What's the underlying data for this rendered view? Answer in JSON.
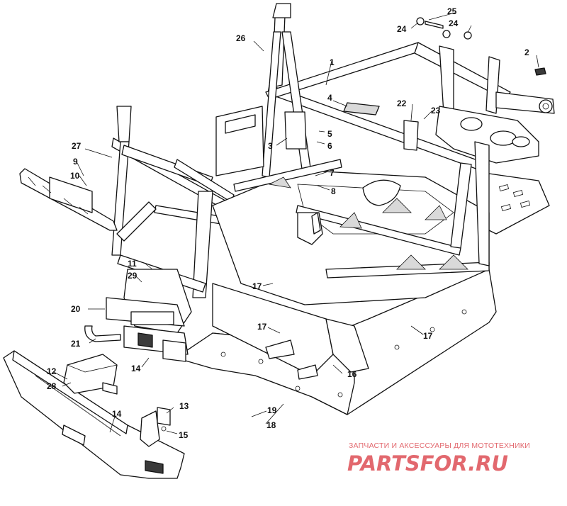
{
  "diagram": {
    "callouts": [
      {
        "id": "c1",
        "text": "1"
      },
      {
        "id": "c2",
        "text": "2"
      },
      {
        "id": "c3",
        "text": "3"
      },
      {
        "id": "c4",
        "text": "4"
      },
      {
        "id": "c5",
        "text": "5"
      },
      {
        "id": "c6",
        "text": "6"
      },
      {
        "id": "c7",
        "text": "7"
      },
      {
        "id": "c8",
        "text": "8"
      },
      {
        "id": "c9",
        "text": "9"
      },
      {
        "id": "c10",
        "text": "10"
      },
      {
        "id": "c11",
        "text": "11"
      },
      {
        "id": "c12",
        "text": "12"
      },
      {
        "id": "c13",
        "text": "13"
      },
      {
        "id": "c14a",
        "text": "14"
      },
      {
        "id": "c14b",
        "text": "14"
      },
      {
        "id": "c15",
        "text": "15"
      },
      {
        "id": "c16",
        "text": "16"
      },
      {
        "id": "c17a",
        "text": "17"
      },
      {
        "id": "c17b",
        "text": "17"
      },
      {
        "id": "c17c",
        "text": "17"
      },
      {
        "id": "c18",
        "text": "18"
      },
      {
        "id": "c19",
        "text": "19"
      },
      {
        "id": "c20",
        "text": "20"
      },
      {
        "id": "c21",
        "text": "21"
      },
      {
        "id": "c22",
        "text": "22"
      },
      {
        "id": "c23",
        "text": "23"
      },
      {
        "id": "c24a",
        "text": "24"
      },
      {
        "id": "c24b",
        "text": "24"
      },
      {
        "id": "c25",
        "text": "25"
      },
      {
        "id": "c26",
        "text": "26"
      },
      {
        "id": "c27",
        "text": "27"
      },
      {
        "id": "c28",
        "text": "28"
      },
      {
        "id": "c29",
        "text": "29"
      }
    ]
  },
  "watermark": {
    "subtitle": "ЗАПЧАСТИ И АКСЕССУАРЫ ДЛЯ МОТОТЕХНИКИ",
    "brand": "PARTSFOR.RU",
    "color": "#d9363e"
  }
}
